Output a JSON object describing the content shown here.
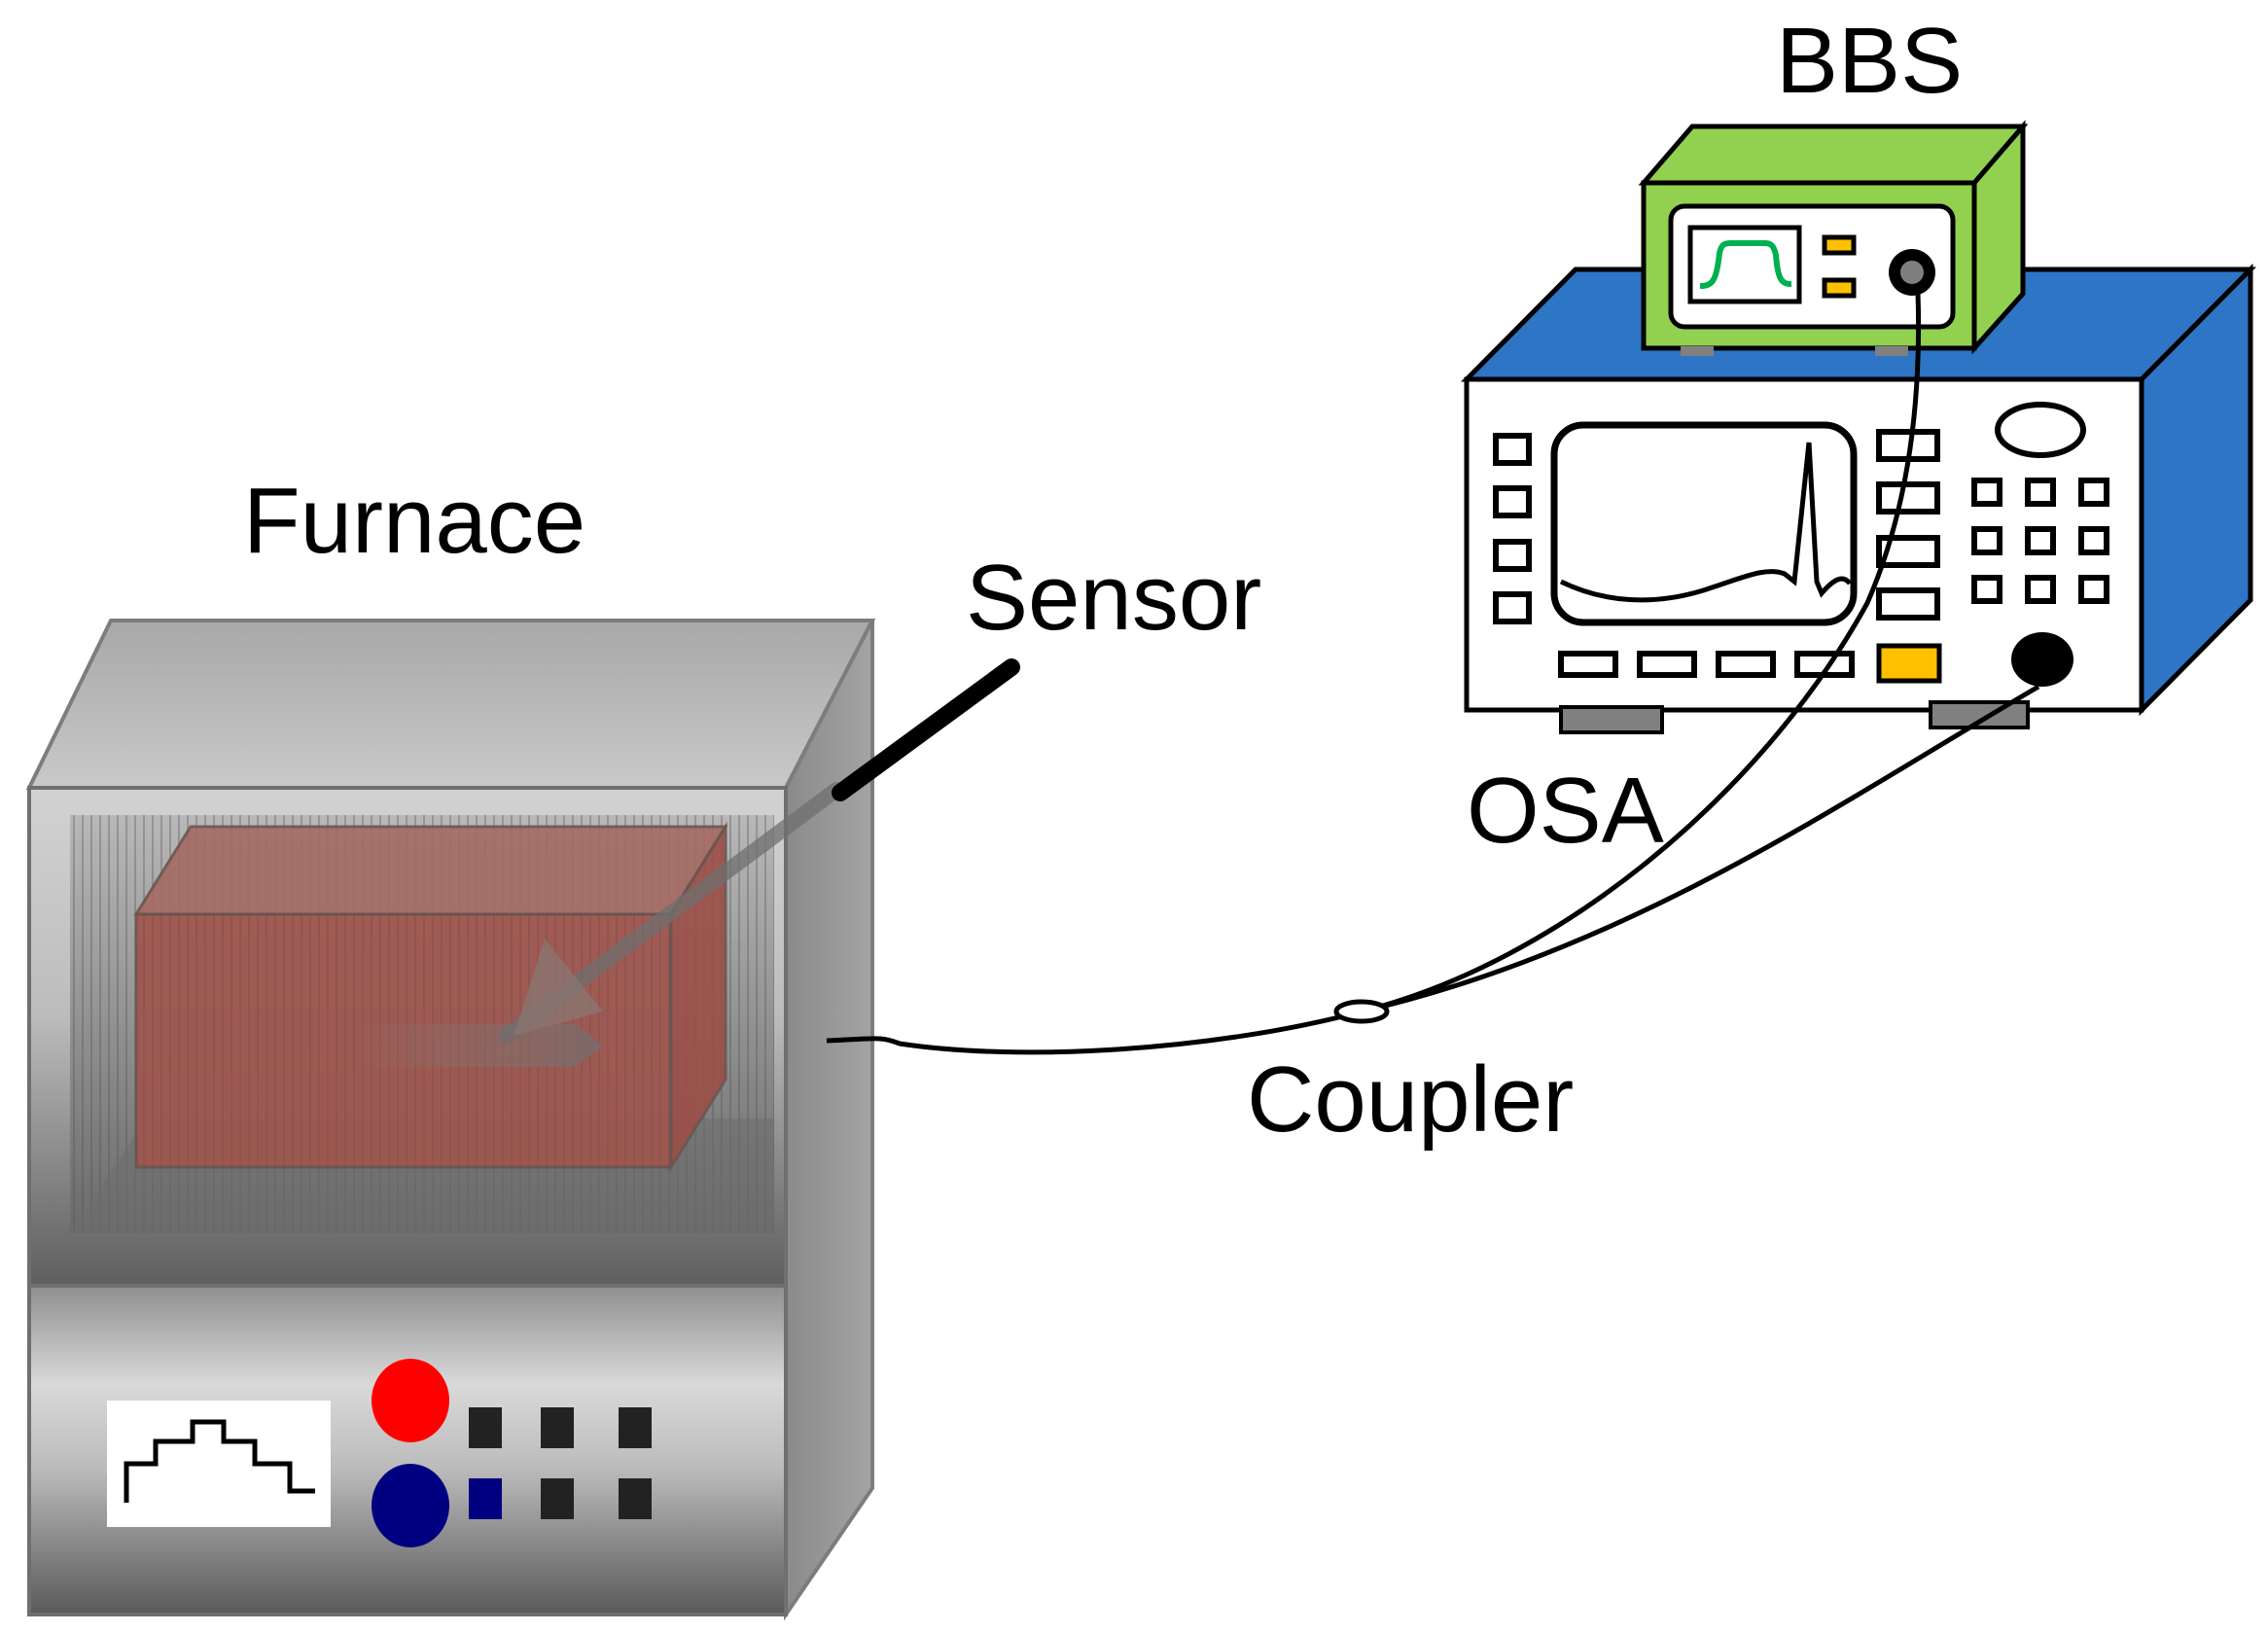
{
  "labels": {
    "furnace": "Furnace",
    "sensor": "Sensor",
    "bbs": "BBS",
    "osa": "OSA",
    "coupler": "Coupler"
  },
  "colors": {
    "furnace_body": "#9e9e9e",
    "furnace_chamber": "#a35f57",
    "bbs_body": "#92d050",
    "osa_body": "#2e75c6",
    "red_knob": "#ff0000",
    "blue_knob": "#000080",
    "osa_button_accent": "#ffc000",
    "bbs_trace": "#00b050"
  }
}
